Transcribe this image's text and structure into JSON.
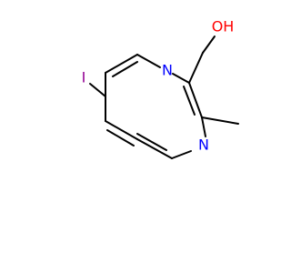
{
  "molecule": {
    "atoms": {
      "iodine": "I",
      "ring_nitrogen": "N",
      "imine_nitrogen": "N",
      "hydroxyl": "OH"
    },
    "colors": {
      "bond": "#000000",
      "iodine": "#940094",
      "nitrogen": "#0000ff",
      "oxygen": "#ff0000"
    }
  }
}
